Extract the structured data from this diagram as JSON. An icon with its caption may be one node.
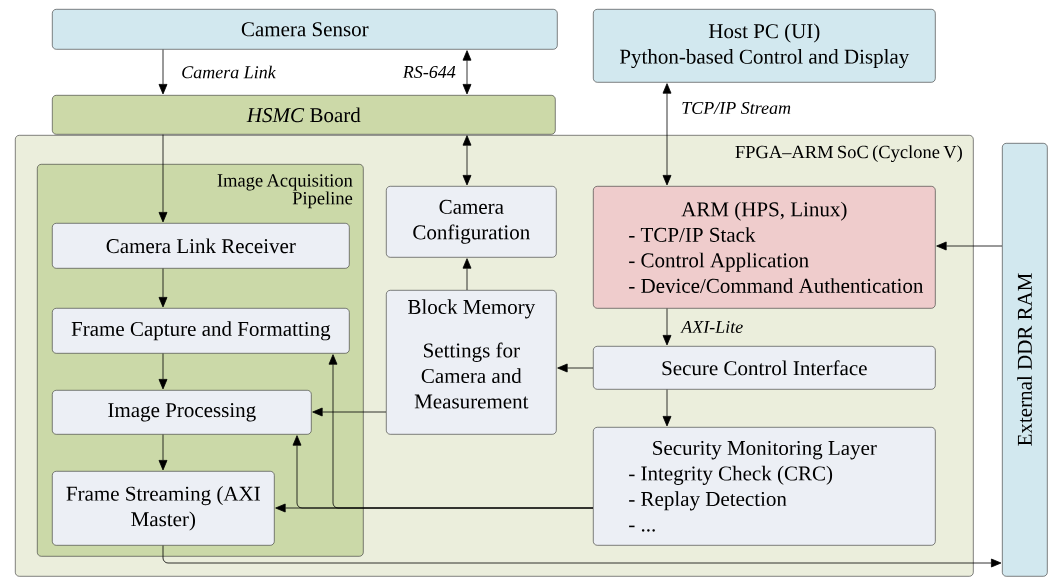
{
  "diagram": {
    "nodes": [
      {
        "text": [
          "Camera Sensor"
        ]
      },
      {
        "text": [
          "*HSMC* Board"
        ]
      },
      {
        "text": [
          "FPGA–ARM SoC (Cyclone V)"
        ]
      },
      {
        "text": [
          "Image Acquisition Pipeline"
        ],
        "in": 2
      },
      {
        "text": [
          "Camera Link Receiver"
        ],
        "in": 3
      },
      {
        "text": [
          "Frame Capture and Formatting"
        ],
        "in": 3
      },
      {
        "text": [
          "Image Processing"
        ],
        "in": 3
      },
      {
        "text": [
          "Frame Streaming (AXI Master)"
        ],
        "in": 3
      },
      {
        "text": [
          "Camera Configuration"
        ],
        "in": 2
      },
      {
        "text": [
          "Block Memory",
          "Settings for Camera and Measurement"
        ],
        "in": 2
      },
      {
        "text": [
          "Host PC (UI)",
          "Python-based Control and Display"
        ]
      },
      {
        "text": [
          "ARM (HPS, Linux)",
          "- TCP/IP Stack",
          "- Control Application",
          "- Device/Command Authentication"
        ],
        "in": 2
      },
      {
        "text": [
          "Secure Control Interface"
        ],
        "in": 2
      },
      {
        "text": [
          "Security Monitoring Layer",
          "- Integrity Check (CRC)",
          "- Replay Detection",
          "- ..."
        ],
        "in": 2
      },
      {
        "text": [
          "External DDR RAM"
        ]
      }
    ],
    "edges": [
      {
        "from": 0,
        "to": 1,
        "arrow": "to",
        "label": "Camera Link"
      },
      {
        "from": 0,
        "to": 1,
        "arrow": "both",
        "label": "RS-644"
      },
      {
        "from": 1,
        "to": 8,
        "arrow": "both"
      },
      {
        "from": 1,
        "to": 4,
        "arrow": "to"
      },
      {
        "from": 4,
        "to": 5,
        "arrow": "to"
      },
      {
        "from": 5,
        "to": 6,
        "arrow": "to"
      },
      {
        "from": 6,
        "to": 7,
        "arrow": "to"
      },
      {
        "from": 9,
        "to": 8,
        "arrow": "to"
      },
      {
        "from": 9,
        "to": 6,
        "arrow": "to"
      },
      {
        "from": 12,
        "to": 9,
        "arrow": "to"
      },
      {
        "from": 11,
        "to": 12,
        "arrow": "to",
        "label": "AXI-Lite"
      },
      {
        "from": 12,
        "to": 13,
        "arrow": "to"
      },
      {
        "from": 13,
        "to": 7,
        "arrow": "to"
      },
      {
        "from": 13,
        "to": 6,
        "arrow": "to"
      },
      {
        "from": 13,
        "to": 5,
        "arrow": "to"
      },
      {
        "from": 10,
        "to": 11,
        "arrow": "both",
        "label": "TCP/IP Stream"
      },
      {
        "from": 14,
        "to": 11,
        "arrow": "to"
      },
      {
        "from": 7,
        "to": 14,
        "arrow": "to"
      }
    ]
  }
}
